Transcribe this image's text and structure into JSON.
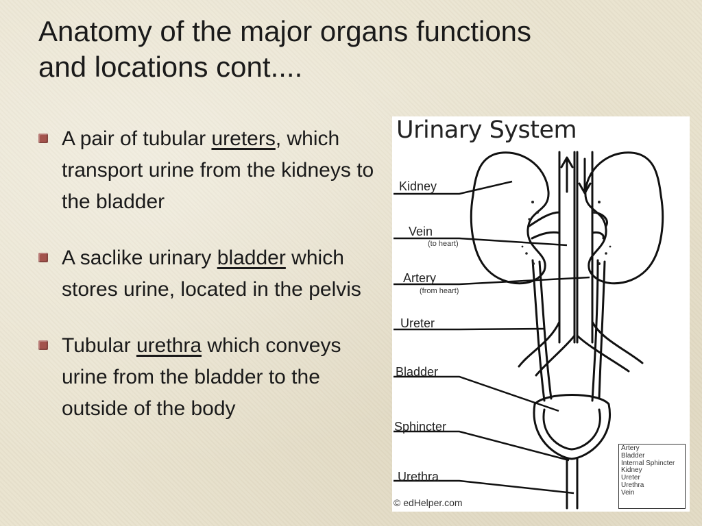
{
  "title": {
    "line1": "Anatomy of the major organs functions",
    "line2": "and locations cont...."
  },
  "bullets": [
    {
      "pre": "A pair of tubular ",
      "term": "ureters",
      "post": ", which transport urine from the kidneys to the bladder"
    },
    {
      "pre": "A saclike urinary ",
      "term": "bladder",
      "post": " which stores urine, located in the pelvis"
    },
    {
      "pre": "Tubular ",
      "term": "urethra",
      "post": " which conveys urine from the bladder to the outside of the body"
    }
  ],
  "figure": {
    "title": "Urinary System",
    "labels": {
      "kidney": "Kidney",
      "vein": "Vein",
      "vein_note": "(to heart)",
      "artery": "Artery",
      "artery_note": "(from heart)",
      "ureter": "Ureter",
      "bladder": "Bladder",
      "sphincter": "Sphincter",
      "urethra": "Urethra"
    },
    "legend": [
      "Artery",
      "Bladder",
      "Internal Sphincter",
      "Kidney",
      "Ureter",
      "Urethra",
      "Vein"
    ],
    "copyright": "© edHelper.com"
  },
  "colors": {
    "background": "#e9e3cf",
    "bullet": "#a3534c",
    "text": "#1a1a1a"
  }
}
